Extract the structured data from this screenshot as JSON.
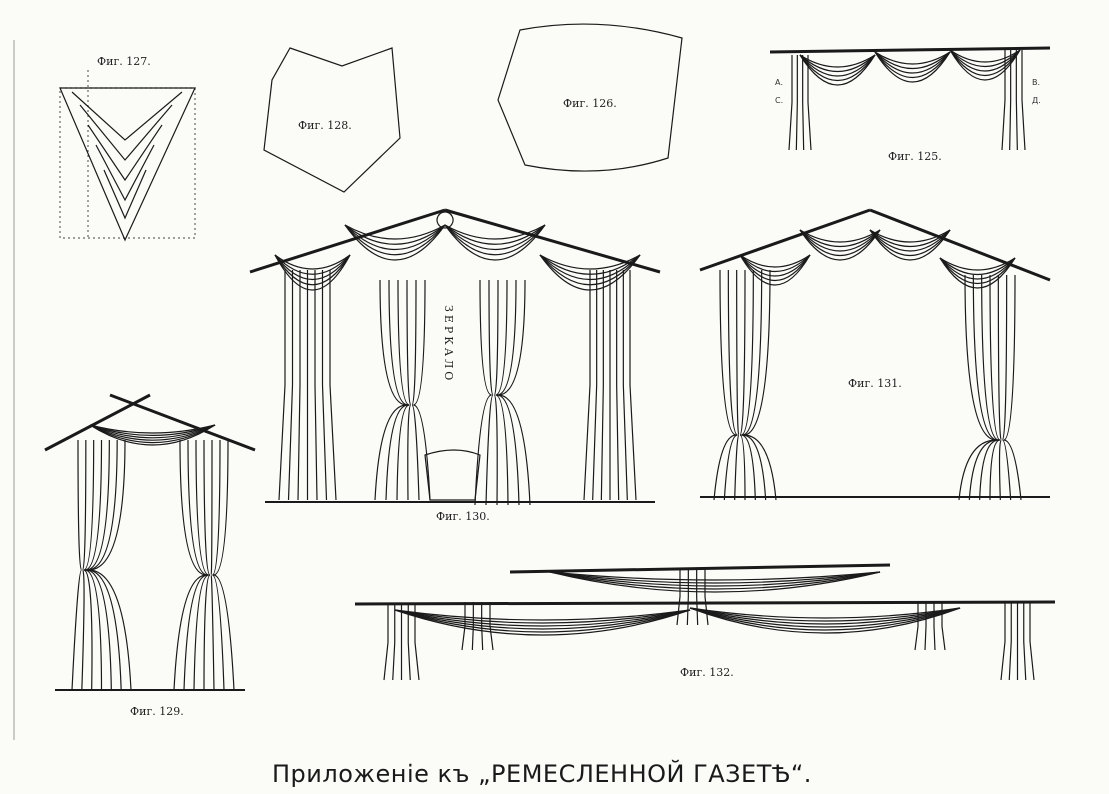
{
  "figures": {
    "fig125": "Фиг. 125.",
    "fig126": "Фиг. 126.",
    "fig127": "Фиг. 127.",
    "fig128": "Фиг. 128.",
    "fig129": "Фиг. 129.",
    "fig130": "Фиг. 130.",
    "fig131": "Фиг. 131.",
    "fig132": "Фиг. 132."
  },
  "markers": {
    "a": "А.",
    "c": "С.",
    "b": "В.",
    "d": "Д."
  },
  "mirror_label": "ЗЕРКАЛО",
  "caption": "Приложеніе къ „РЕМЕСЛЕННОЙ ГАЗЕТѢ“."
}
